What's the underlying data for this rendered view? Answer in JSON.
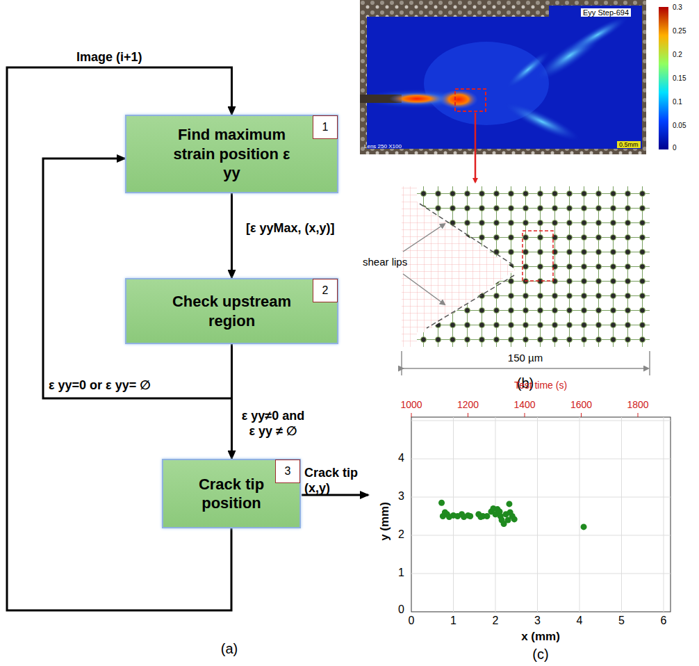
{
  "diagram": {
    "nodes": [
      {
        "text": [
          "Find maximum strain position ε yy"
        ]
      },
      {
        "text": [
          "1"
        ],
        "in": 0
      },
      {
        "text": [
          "Check upstream region"
        ]
      },
      {
        "text": [
          "2"
        ],
        "in": 2
      },
      {
        "text": [
          "Crack tip position"
        ]
      },
      {
        "text": [
          "3"
        ],
        "in": 4
      }
    ],
    "edges": [
      {
        "from": 0,
        "to": 2,
        "arrow": "to",
        "label": "[ε yyMax, (x,y)]"
      },
      {
        "from": 2,
        "to": 4,
        "arrow": "to",
        "label": "ε yy≠0 and ε yy ≠ ∅"
      },
      {
        "from": 2,
        "to": 0,
        "arrow": "to",
        "label": "ε yy=0 or ε yy= ∅"
      },
      {
        "from": 4,
        "to": 0,
        "arrow": "to",
        "label": "Image (i+1)"
      }
    ],
    "labels": [
      "(a)",
      "Eyy Step-694",
      "0.3",
      "0.25",
      "0.2",
      "0.15",
      "0.1",
      "0.05",
      "0",
      "Lens 250 X100",
      "0.5mm",
      "shear lips",
      "150 µm",
      "(b)",
      "Crack tip (x,y)",
      "Test time (s)",
      "1000",
      "1200",
      "1400",
      "1600",
      "1800",
      "y (mm)",
      "4",
      "3",
      "2",
      "1",
      "0",
      "x (mm)",
      "0",
      "1",
      "2",
      "3",
      "4",
      "5",
      "6",
      "(c)"
    ]
  }
}
